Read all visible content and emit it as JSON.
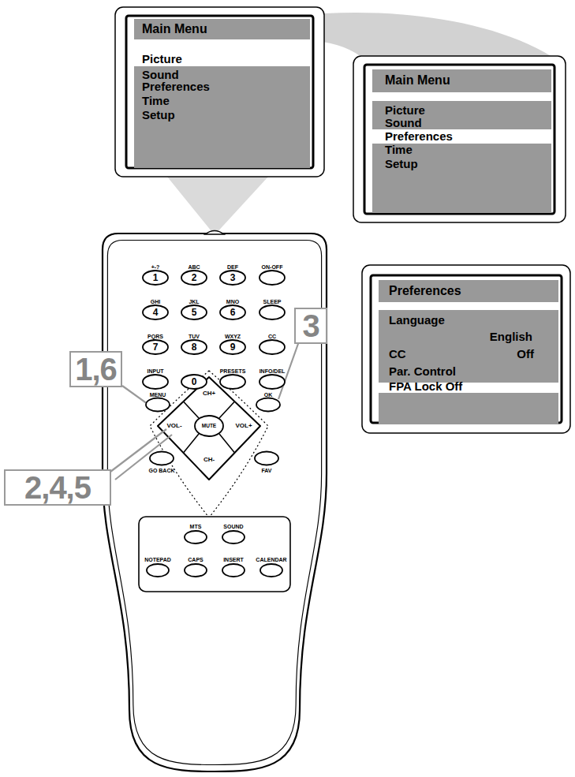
{
  "diagram": {
    "nodes": [
      {
        "text": [
          "Main Menu",
          "Picture",
          "Sound",
          "Preferences",
          "Time",
          "Setup"
        ]
      },
      {
        "text": [
          "Main Menu",
          "Picture",
          "Sound",
          "Preferences",
          "Time",
          "Setup"
        ]
      },
      {
        "text": [
          "Preferences",
          "Language",
          "English",
          "CC",
          "Off",
          "Par. Control",
          "FPA Lock Off"
        ]
      },
      {
        "text": [
          "1,6"
        ]
      },
      {
        "text": [
          "3"
        ]
      },
      {
        "text": [
          "2,4,5"
        ]
      }
    ],
    "labels": [
      "+-?",
      "1",
      "ABC",
      "2",
      "DEF",
      "3",
      "ON-OFF",
      "GHI",
      "4",
      "JKL",
      "5",
      "MNO",
      "6",
      "SLEEP",
      "PQRS",
      "7",
      "TUV",
      "8",
      "WXYZ",
      "9",
      "CC",
      "INPUT",
      "0",
      "PRESETS",
      "INFO/DEL",
      "MENU",
      "OK",
      "CH+",
      "VOL-",
      "MUTE",
      "VOL+",
      "CH-",
      "GO BACK",
      "FAV",
      "MTS",
      "SOUND",
      "NOTEPAD",
      "CAPS",
      "INSERT",
      "CALENDAR"
    ]
  }
}
